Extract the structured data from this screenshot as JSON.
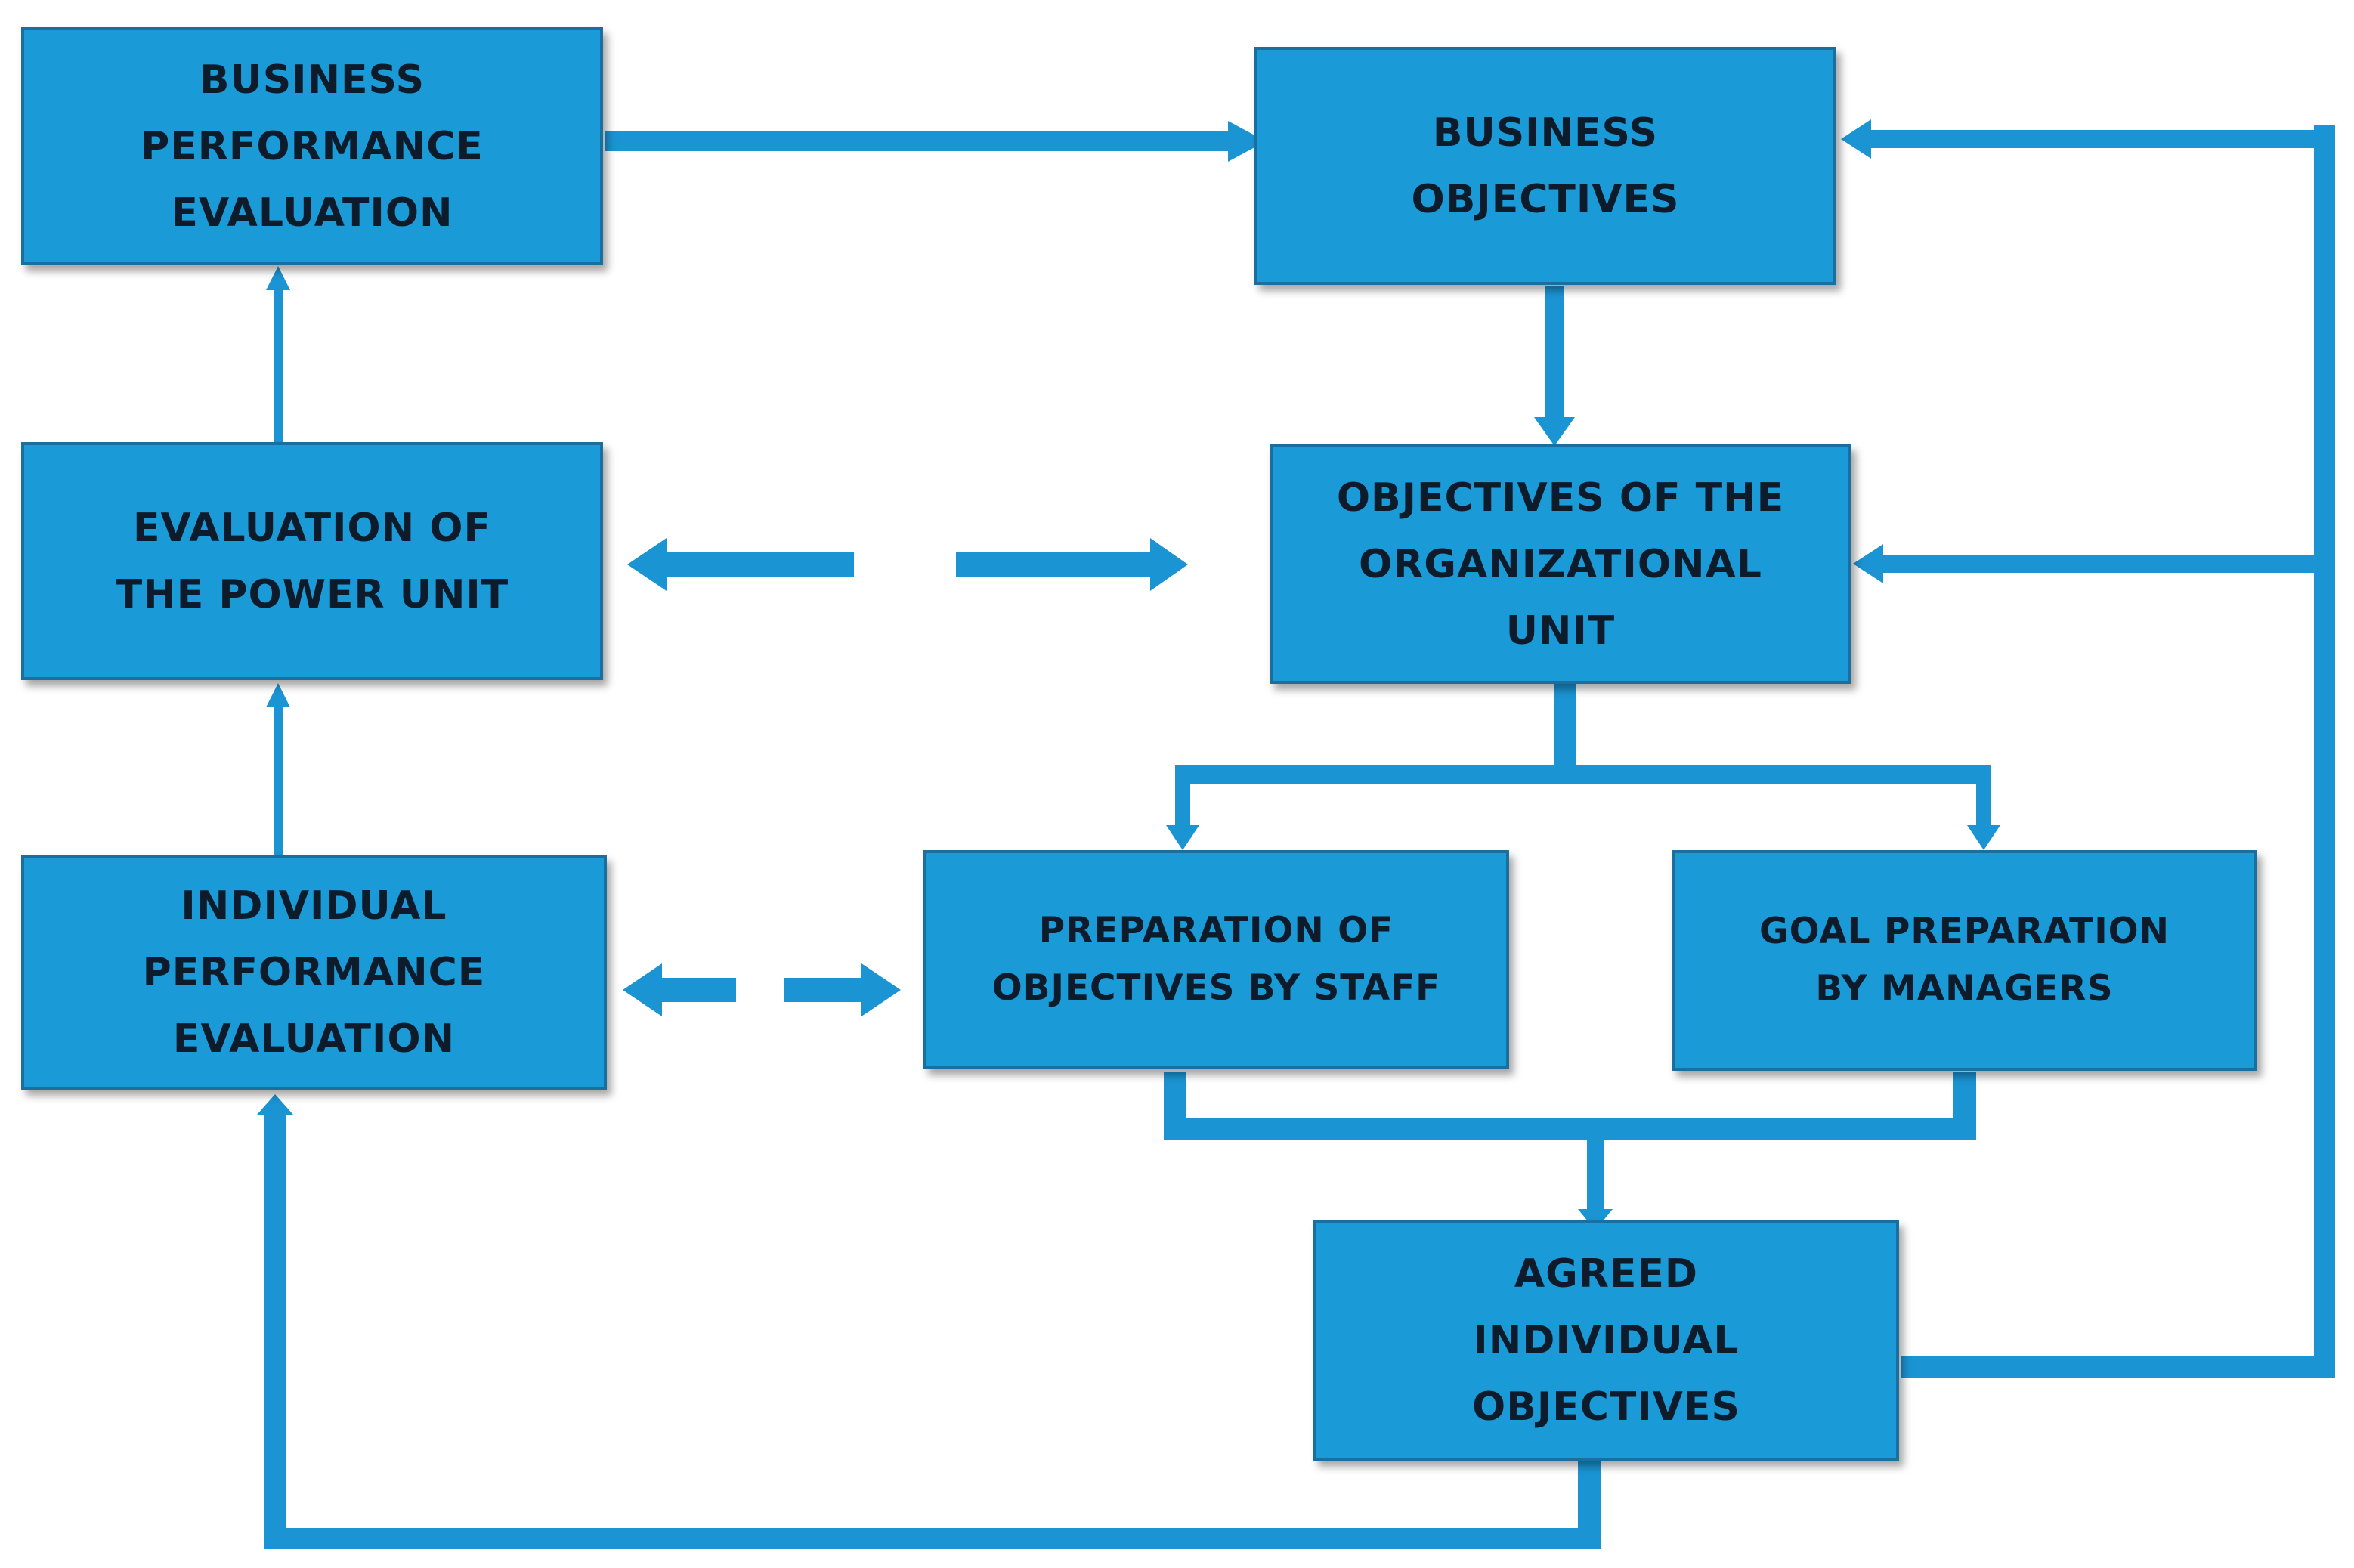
{
  "colors": {
    "box_fill": "#1a9ad6",
    "connector": "#1b94d3",
    "text": "#0d1b2a"
  },
  "nodes": {
    "business_performance_evaluation": "BUSINESS\nPERFORMANCE\nEVALUATION",
    "business_objectives": "BUSINESS\nOBJECTIVES",
    "evaluation_of_power_unit": "EVALUATION OF\nTHE POWER UNIT",
    "objectives_of_organizational_unit": "OBJECTIVES OF THE\nORGANIZATIONAL\nUNIT",
    "individual_performance_evaluation": "INDIVIDUAL\nPERFORMANCE\nEVALUATION",
    "preparation_of_objectives_by_staff": "PREPARATION OF\nOBJECTIVES BY STAFF",
    "goal_preparation_by_managers": "GOAL PREPARATION\nBY MANAGERS",
    "agreed_individual_objectives": "AGREED\nINDIVIDUAL\nOBJECTIVES"
  }
}
